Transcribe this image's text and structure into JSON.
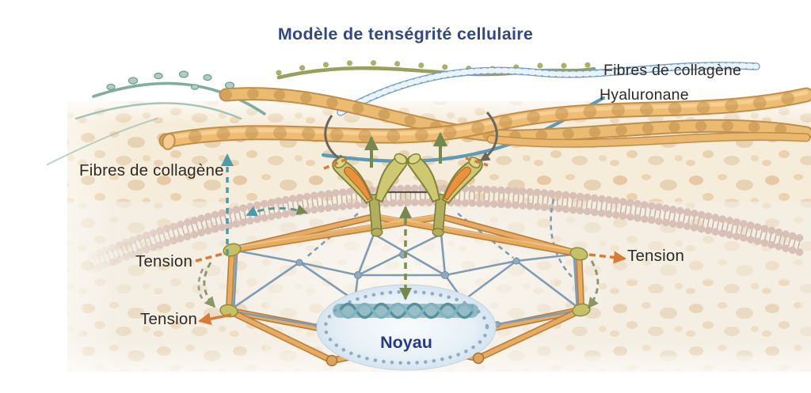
{
  "title": "Modèle de tenségrité cellulaire",
  "labels": {
    "collagen_top_right": "Fibres de collagène",
    "hyaluronan": "Hyaluronane",
    "collagen_left": "Fibres de collagène",
    "tension_left_top": "Tension",
    "tension_left_bottom": "Tension",
    "tension_right": "Tension",
    "nucleus": "Noyau"
  },
  "colors": {
    "title_text": "#31497e",
    "label_text": "#2e2a26",
    "nucleus_label_text": "#283a85",
    "collagen_fiber": "#eebc72",
    "ecm_background": "#f6ecda",
    "membrane": "#d8c0b6",
    "strut_orange": "#e7ab61",
    "cable_blue_gray": "#7f9cb4",
    "joint_olive": "#c6c168",
    "nucleus_fill": "#e3eef6",
    "dna_teal": "#58909e",
    "arrow_orange": "#d97b35",
    "arrow_olive_green": "#77884f",
    "arrow_teal": "#4d9aa8",
    "arrow_dark_gray": "#6a665e",
    "hyaluronan_blue": "#5d9ab8"
  }
}
